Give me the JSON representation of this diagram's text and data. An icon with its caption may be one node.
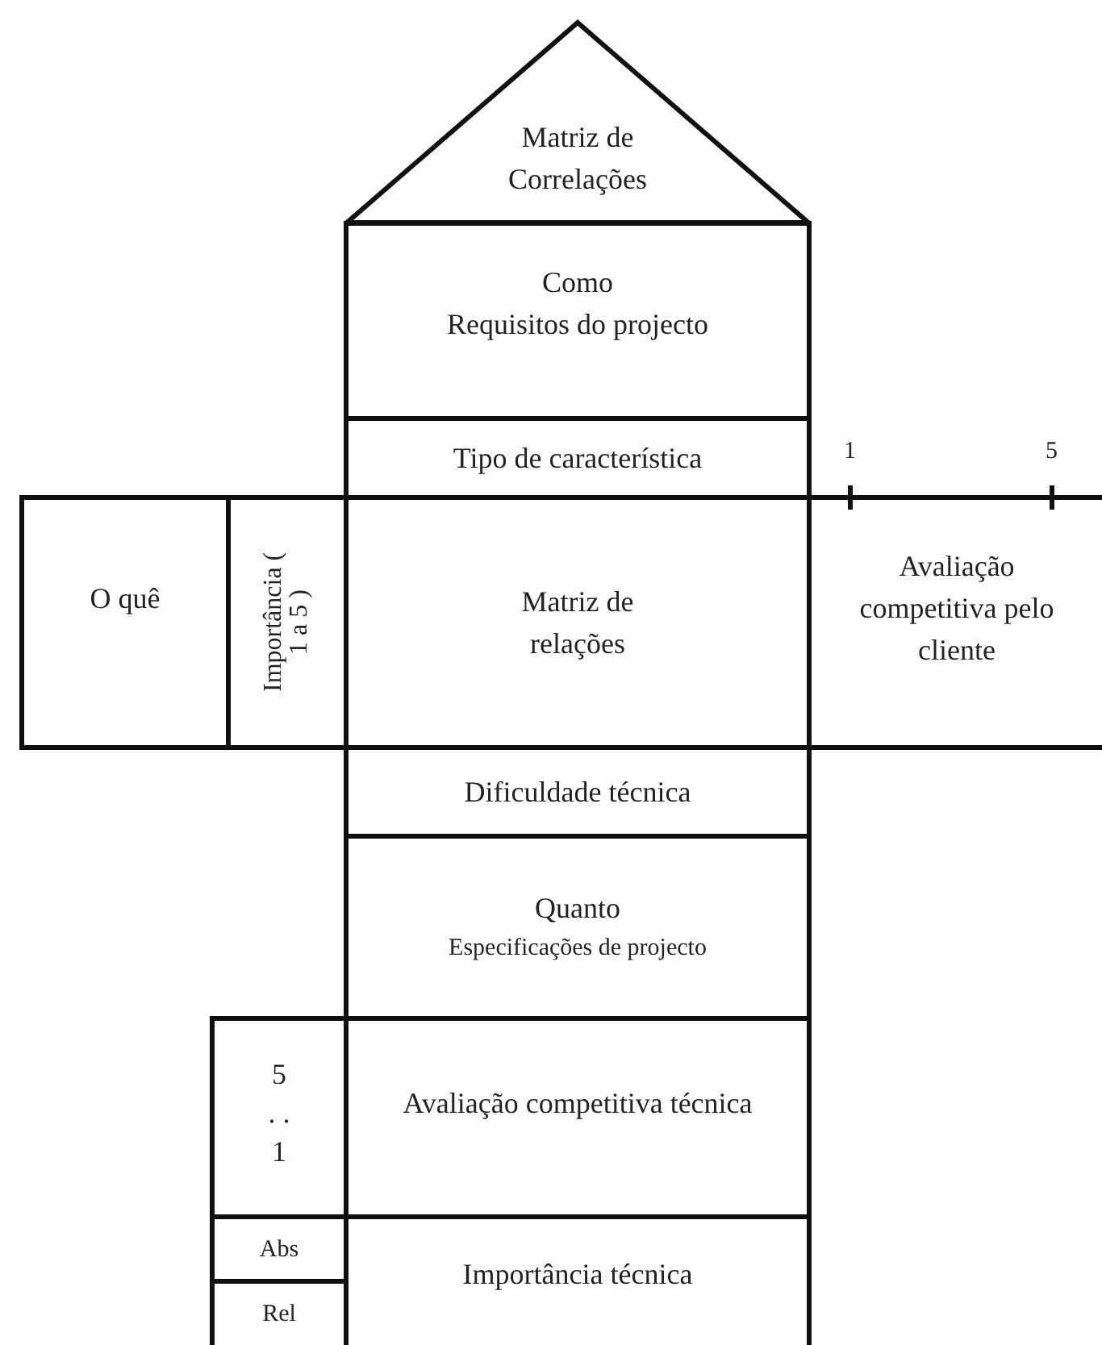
{
  "diagram": {
    "nodes": [
      {
        "text": [
          "Matriz de Correlações"
        ]
      },
      {
        "text": [
          "Como",
          "Requisitos do projecto"
        ]
      },
      {
        "text": [
          "Tipo de característica"
        ]
      },
      {
        "text": [
          "O quê"
        ]
      },
      {
        "text": [
          "Importância ( 1 a 5 )"
        ]
      },
      {
        "text": [
          "Matriz de relações"
        ]
      },
      {
        "text": [
          "Avaliação competitiva pelo cliente"
        ]
      },
      {
        "text": [
          "Dificuldade técnica"
        ]
      },
      {
        "text": [
          "Quanto",
          "Especificações de projecto"
        ]
      },
      {
        "text": [
          "5 . . 1"
        ]
      },
      {
        "text": [
          "Avaliação competitiva técnica"
        ]
      },
      {
        "text": [
          "Abs"
        ]
      },
      {
        "text": [
          "Rel"
        ]
      },
      {
        "text": [
          "Importância técnica"
        ]
      }
    ],
    "edges": [],
    "labels": [
      "1",
      "5"
    ]
  }
}
